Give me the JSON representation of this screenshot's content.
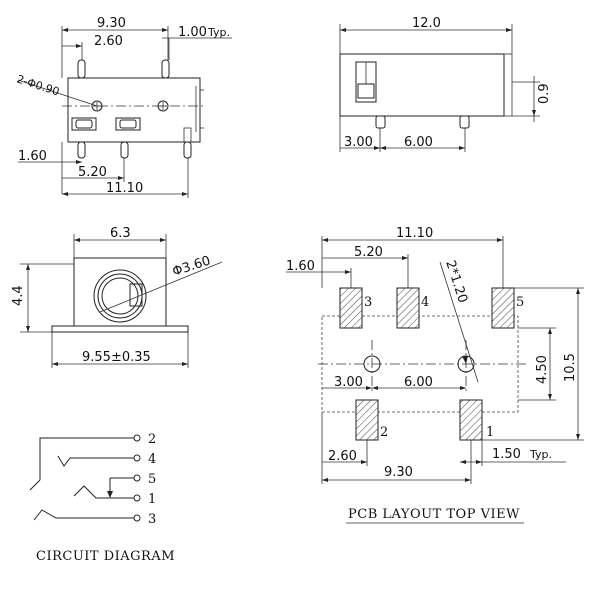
{
  "side_view": {
    "width": "9.30",
    "pin_offset": "2.60",
    "pin_typ": "1.00",
    "pin_typ_suffix": "Typ.",
    "hole_label": "2-Φ0.90",
    "left_offset": "1.60",
    "pin_pitch": "5.20",
    "total_width": "11.10"
  },
  "top_view": {
    "length": "12.0",
    "height": "0.9",
    "offset": "3.00",
    "spacing": "6.00"
  },
  "front_view": {
    "opening": "6.3",
    "height": "4.4",
    "diameter": "Φ3.60",
    "base_width": "9.55±0.35"
  },
  "pcb_layout": {
    "total_width": "11.10",
    "pad_pitch": "5.20",
    "left_offset": "1.60",
    "pad_size": "2*1.20",
    "vertical_pitch": "4.50",
    "total_height": "10.5",
    "hole_offset": "3.00",
    "hole_spacing": "6.00",
    "pad_offset": "2.60",
    "width_930": "9.30",
    "typ": "1.50",
    "typ_suffix": "Typ.",
    "pins": [
      "3",
      "4",
      "5",
      "2",
      "1"
    ],
    "caption": "PCB LAYOUT TOP VIEW"
  },
  "circuit": {
    "pins": [
      "2",
      "4",
      "5",
      "1",
      "3"
    ],
    "caption": "CIRCUIT DIAGRAM"
  }
}
